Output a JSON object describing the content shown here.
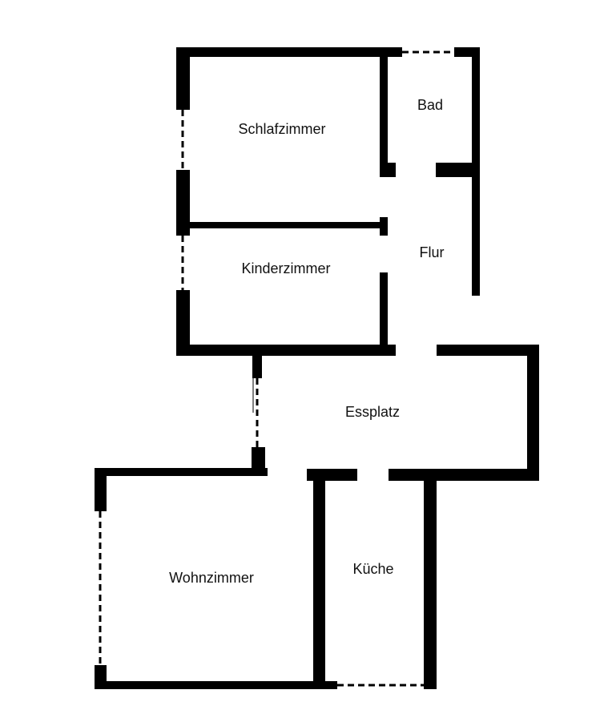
{
  "floorplan": {
    "rooms": {
      "schlafzimmer": "Schlafzimmer",
      "bad": "Bad",
      "kinderzimmer": "Kinderzimmer",
      "flur": "Flur",
      "essplatz": "Essplatz",
      "wohnzimmer": "Wohnzimmer",
      "kueche": "Küche"
    },
    "colors": {
      "wall": "#000000",
      "background": "#ffffff"
    }
  }
}
